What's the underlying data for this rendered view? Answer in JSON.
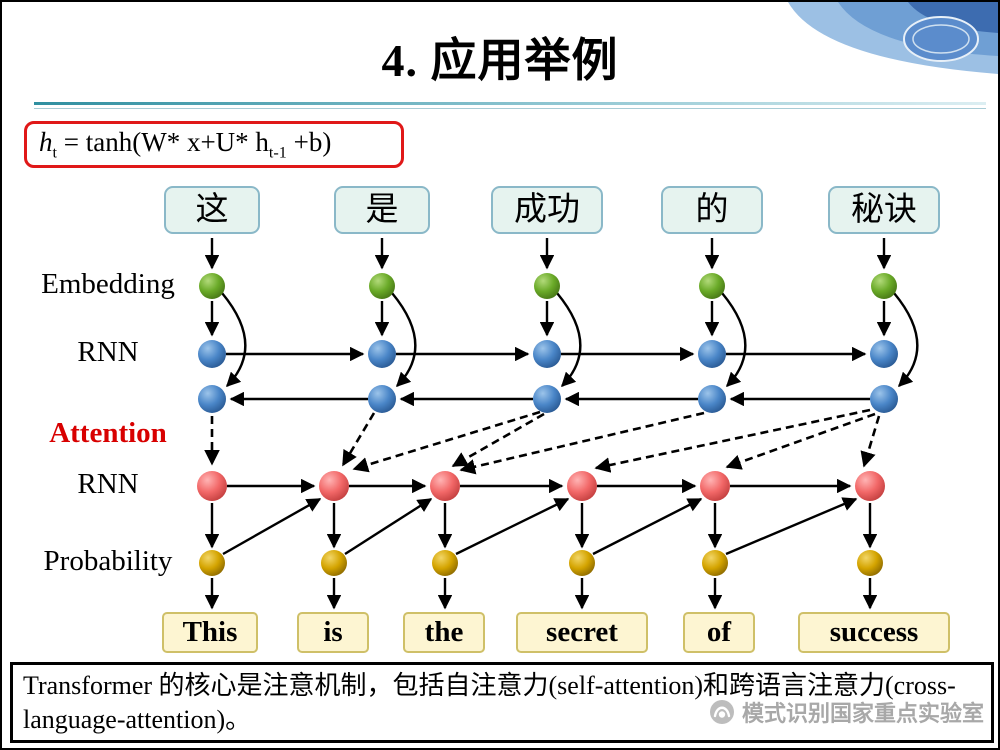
{
  "title": "4. 应用举例",
  "formula": {
    "h": "h",
    "sub_t": "t",
    "mid": " = tanh(W* x+U* h",
    "sub_t1": "t-1",
    "tail": " +b)"
  },
  "row_labels": {
    "embedding": "Embedding",
    "encoder_rnn": "RNN",
    "attention": "Attention",
    "decoder_rnn": "RNN",
    "probability": "Probability"
  },
  "source_words": [
    "这",
    "是",
    "成功",
    "的",
    "秘诀"
  ],
  "target_words": [
    "This",
    "is",
    "the",
    "secret",
    "of",
    "success"
  ],
  "footer_text": "Transformer 的核心是注意机制，包括自注意力(self-attention)和跨语言注意力(cross-language-attention)。",
  "watermark_text": "模式识别国家重点实验室",
  "colors": {
    "formula_border": "#e01818",
    "attention_label": "#d80000",
    "embedding_node": "#6aaa28",
    "encoder_node": "#4a86c8",
    "decoder_node": "#f26868",
    "probability_node": "#d4a400",
    "source_box_fill": "#e6f3ef",
    "source_box_border": "#8ab8c8",
    "target_box_fill": "#fdf5d2",
    "target_box_border": "#cfc068"
  }
}
